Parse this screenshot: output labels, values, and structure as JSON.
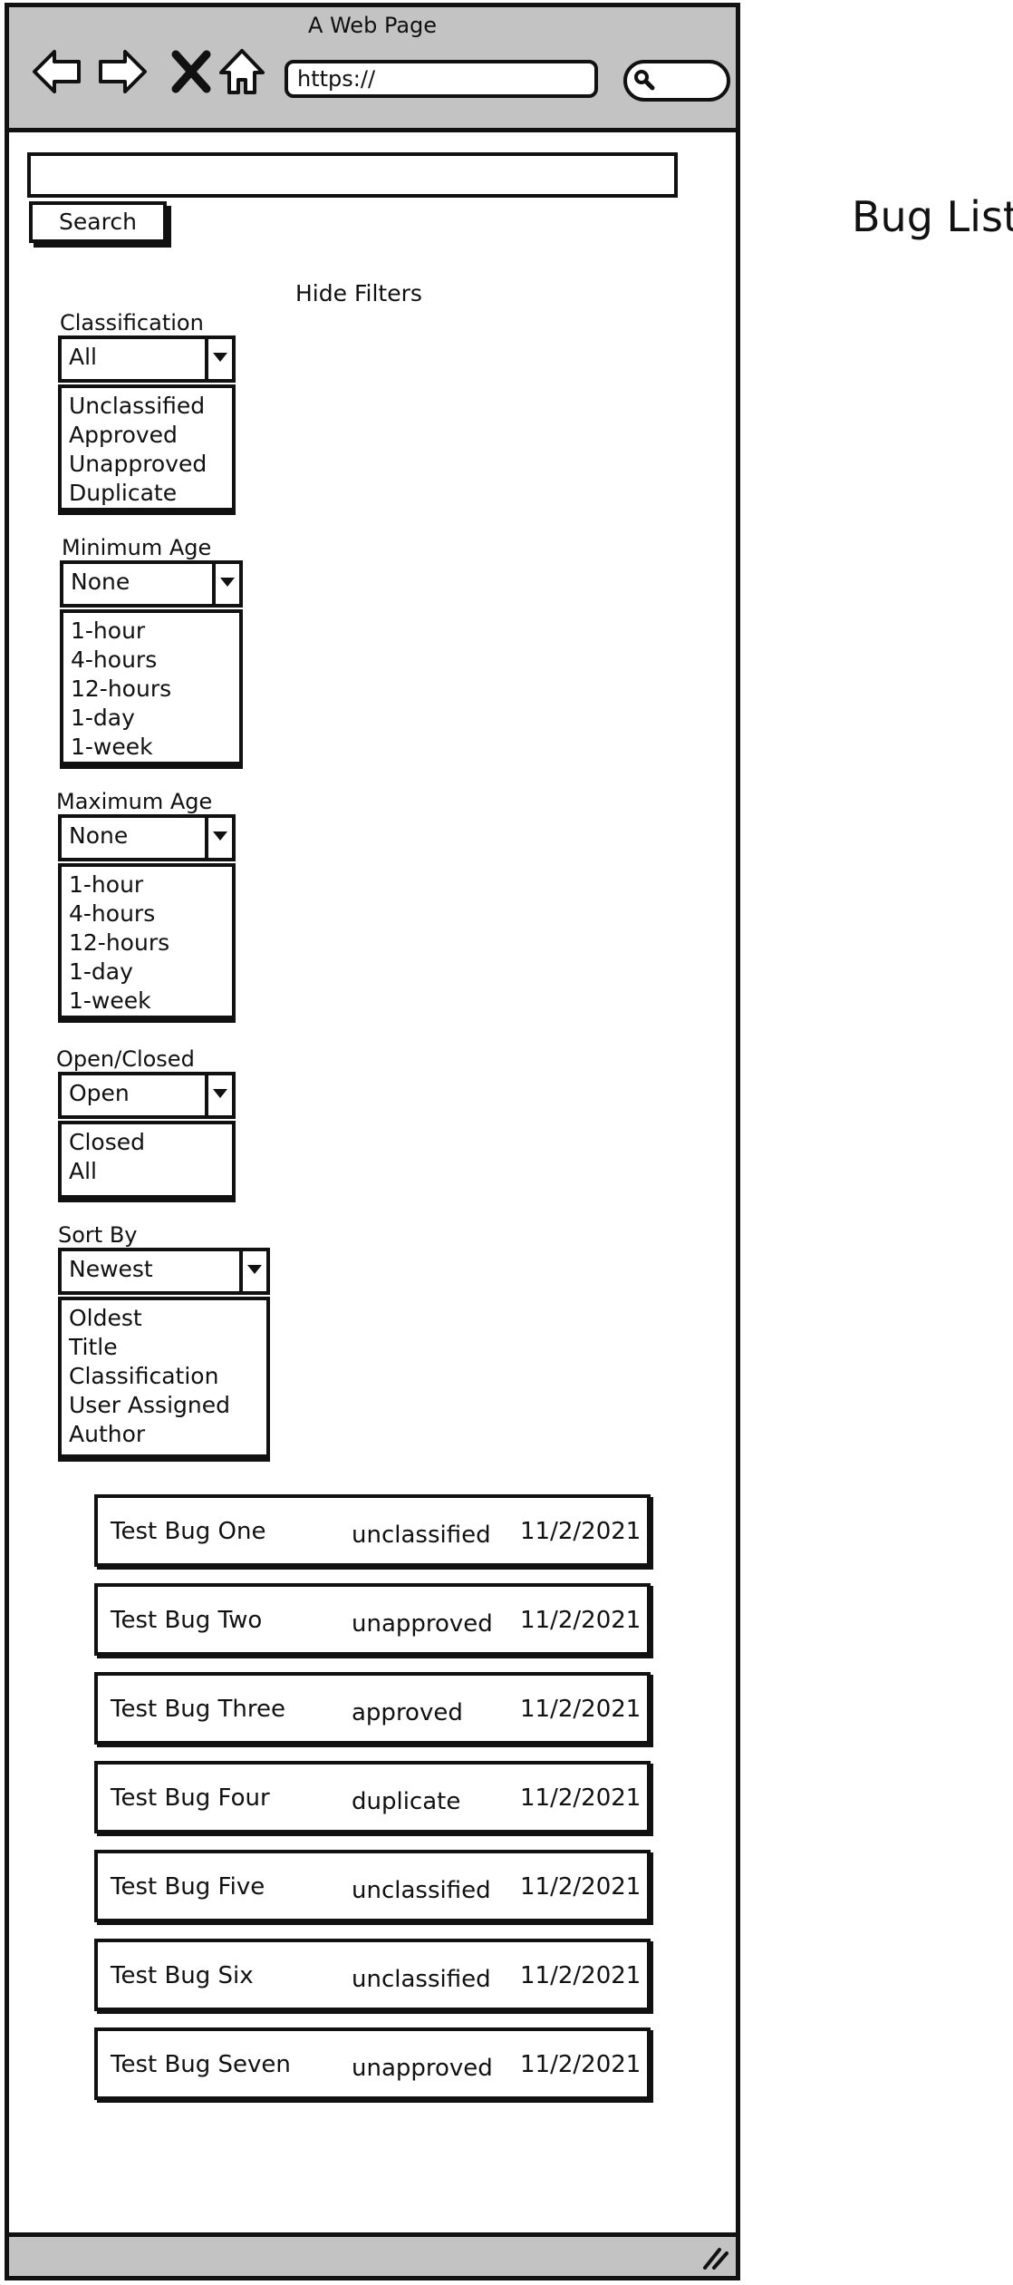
{
  "window": {
    "title": "A Web Page",
    "url": "https://"
  },
  "page_title": "Bug List",
  "search": {
    "button_label": "Search",
    "value": ""
  },
  "filters": {
    "toggle_label": "Hide Filters",
    "classification": {
      "label": "Classification",
      "selected": "All",
      "options": [
        "Unclassified",
        "Approved",
        "Unapproved",
        "Duplicate"
      ]
    },
    "min_age": {
      "label": "Minimum Age",
      "selected": "None",
      "options": [
        "1-hour",
        "4-hours",
        "12-hours",
        "1-day",
        "1-week"
      ]
    },
    "max_age": {
      "label": "Maximum Age",
      "selected": "None",
      "options": [
        "1-hour",
        "4-hours",
        "12-hours",
        "1-day",
        "1-week"
      ]
    },
    "open_closed": {
      "label": "Open/Closed",
      "selected": "Open",
      "options": [
        "Closed",
        "All"
      ]
    },
    "sort_by": {
      "label": "Sort By",
      "selected": "Newest",
      "options": [
        "Oldest",
        "Title",
        "Classification",
        "User Assigned",
        "Author"
      ]
    }
  },
  "bugs": [
    {
      "title": "Test Bug One",
      "classification": "unclassified",
      "date": "11/2/2021"
    },
    {
      "title": "Test Bug Two",
      "classification": "unapproved",
      "date": "11/2/2021"
    },
    {
      "title": "Test Bug Three",
      "classification": "approved",
      "date": "11/2/2021"
    },
    {
      "title": "Test Bug Four",
      "classification": "duplicate",
      "date": "11/2/2021"
    },
    {
      "title": "Test Bug Five",
      "classification": "unclassified",
      "date": "11/2/2021"
    },
    {
      "title": "Test Bug Six",
      "classification": "unclassified",
      "date": "11/2/2021"
    },
    {
      "title": "Test Bug Seven",
      "classification": "unapproved",
      "date": "11/2/2021"
    }
  ],
  "icons": [
    "back-arrow-icon",
    "forward-arrow-icon",
    "close-icon",
    "home-icon",
    "search-icon",
    "resize-grip-icon"
  ]
}
